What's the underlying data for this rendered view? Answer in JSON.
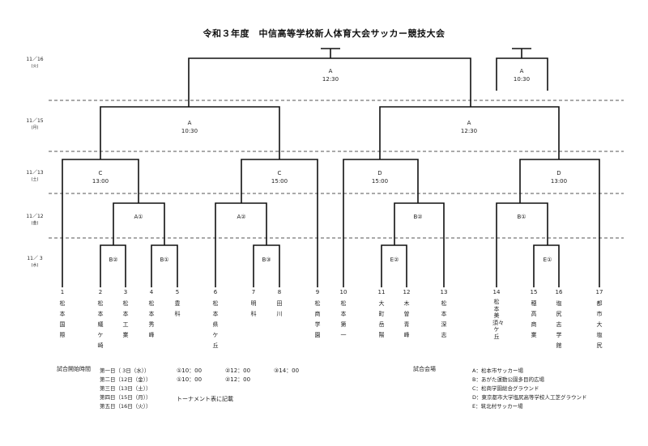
{
  "title": "令和３年度　中信高等学校新人体育大会サッカー競技大会",
  "dates": [
    {
      "md": "11／16",
      "dow": "(火)"
    },
    {
      "md": "11／15",
      "dow": "(月)"
    },
    {
      "md": "11／13",
      "dow": "(土)"
    },
    {
      "md": "11／12",
      "dow": "(金)"
    },
    {
      "md": "11／ 3",
      "dow": "(水)"
    }
  ],
  "matches": {
    "final": {
      "venue": "A",
      "time": "12:30"
    },
    "third": {
      "venue": "A",
      "time": "10:30"
    },
    "semi_left": {
      "venue": "A",
      "time": "10:30"
    },
    "semi_right": {
      "venue": "A",
      "time": "12:30"
    },
    "qf1": {
      "venue": "C",
      "time": "13:00"
    },
    "qf2": {
      "venue": "C",
      "time": "15:00"
    },
    "qf3": {
      "venue": "D",
      "time": "15:00"
    },
    "qf4": {
      "venue": "D",
      "time": "13:00"
    },
    "r2a": "A①",
    "r2b": "A②",
    "r2c": "B②",
    "r2d": "B①",
    "r1a": "B②",
    "r1b": "B①",
    "r1c": "B③",
    "r1d": "E②",
    "r1e": "E①"
  },
  "teams": [
    {
      "num": "1",
      "name": "松本国際"
    },
    {
      "num": "2",
      "name": "松本蟻ケ崎"
    },
    {
      "num": "3",
      "name": "松本工業"
    },
    {
      "num": "4",
      "name": "松本秀峰"
    },
    {
      "num": "5",
      "name": "豊科"
    },
    {
      "num": "6",
      "name": "松本県ケ丘"
    },
    {
      "num": "7",
      "name": "明科"
    },
    {
      "num": "8",
      "name": "田川"
    },
    {
      "num": "9",
      "name": "松商学園"
    },
    {
      "num": "10",
      "name": "松本第一"
    },
    {
      "num": "11",
      "name": "大町岳陽"
    },
    {
      "num": "12",
      "name": "木曽青峰"
    },
    {
      "num": "13",
      "name": "松本深志"
    },
    {
      "num": "14",
      "name": "松本美須々ケ丘"
    },
    {
      "num": "15",
      "name": "穂高商業"
    },
    {
      "num": "16",
      "name": "塩尻志学館"
    },
    {
      "num": "17",
      "name": "都市大塩尻"
    }
  ],
  "footer": {
    "start_label": "試合開始時間",
    "venue_label": "試合会場",
    "days": [
      "第一日（ 3日（水））",
      "第二日（12日（金））",
      "第三日（13日（土））",
      "第四日（15日（月））",
      "第五日（16日（火））"
    ],
    "day1_times": [
      "①10：00",
      "②12：00",
      "③14：00"
    ],
    "day2_times": [
      "①10：00",
      "②12：00"
    ],
    "note": "トーナメント表に記載",
    "venues": [
      "A：松本市サッカー場",
      "B：あがた運動公園多目的広場",
      "C：松商学園総合グラウンド",
      "D：東京都市大学塩尻高等学校人工芝グラウンド",
      "E：筑北村サッカー場"
    ]
  }
}
